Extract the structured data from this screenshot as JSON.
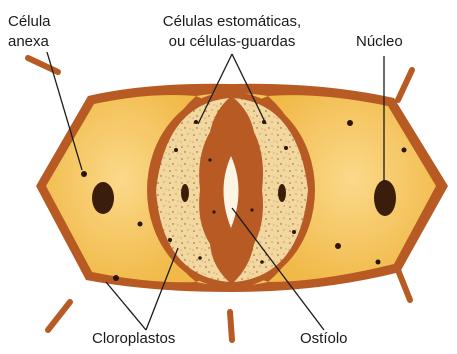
{
  "labels": {
    "celula_anexa_line1": "Célula",
    "celula_anexa_line2": "anexa",
    "estomaticas_line1": "Células estomáticas,",
    "estomaticas_line2": "ou células-guardas",
    "nucleo": "Núcleo",
    "cloroplastos": "Cloroplastos",
    "ostiolo": "Ostíolo"
  },
  "colors": {
    "cell_wall": "#b85a24",
    "cell_fill": "#f6c65a",
    "cell_fill_light": "#fbdc8c",
    "guard_cell_fill": "#f3d39a",
    "guard_cell_speckle": "#a66a2c",
    "nucleus": "#3b1d0c",
    "leader_line": "#1a1a1a"
  }
}
